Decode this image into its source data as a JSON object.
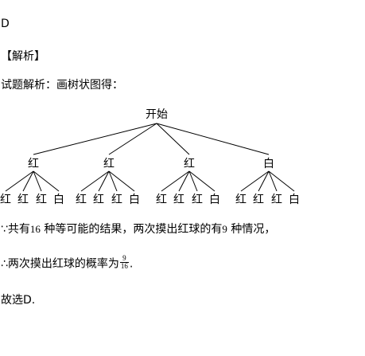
{
  "answer": "D",
  "section_header": "【解析】",
  "intro": "试题解析：画树状图得：",
  "tree": {
    "root": "开始",
    "level1": [
      "红",
      "红",
      "红",
      "白"
    ],
    "level2": [
      [
        "红",
        "红",
        "红",
        "白"
      ],
      [
        "红",
        "红",
        "红",
        "白"
      ],
      [
        "红",
        "红",
        "红",
        "白"
      ],
      [
        "红",
        "红",
        "红",
        "白"
      ]
    ]
  },
  "line1": {
    "prefix": "∵共有",
    "total": "16",
    "middle": " 种等可能的结果，两次摸出红球的有",
    "favorable": "9",
    "suffix": " 种情况，"
  },
  "line2": {
    "prefix": "∴两次摸出红球的概率为",
    "numerator": "9",
    "denominator": "16",
    "suffix": "."
  },
  "conclusion": "故选D."
}
